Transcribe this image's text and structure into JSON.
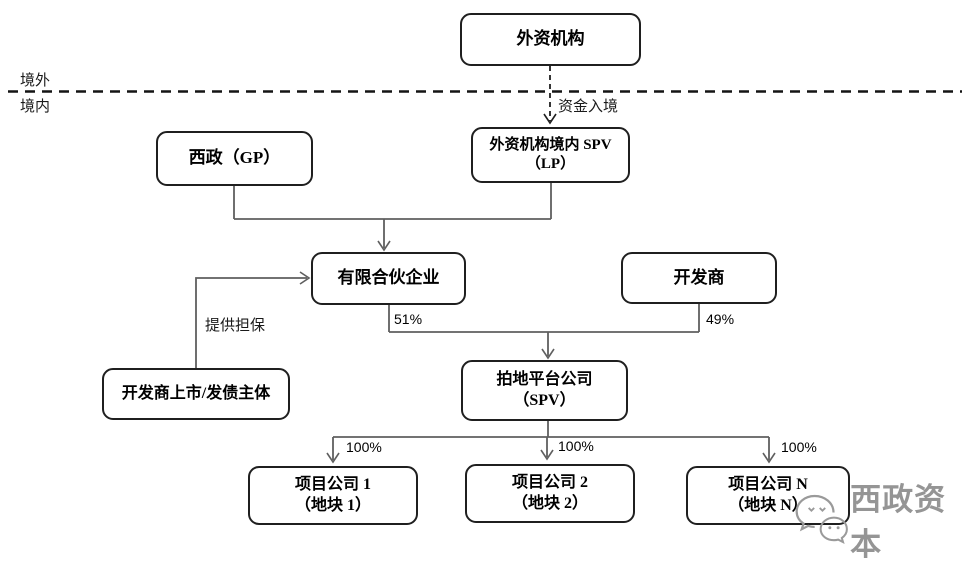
{
  "diagram": {
    "boundary": {
      "outside_label": "境外",
      "inside_label": "境内"
    },
    "nodes": {
      "foreign_institution": {
        "label": "外资机构"
      },
      "xizheng_gp": {
        "label": "西政（GP）"
      },
      "foreign_spv": {
        "line1": "外资机构境内 SPV",
        "line2": "（LP）"
      },
      "limited_partnership": {
        "label": "有限合伙企业"
      },
      "developer": {
        "label": "开发商"
      },
      "developer_listed_entity": {
        "label": "开发商上市/发债主体"
      },
      "land_platform": {
        "line1": "拍地平台公司",
        "line2": "（SPV）"
      },
      "project_company_1": {
        "line1": "项目公司 1",
        "line2": "（地块 1）"
      },
      "project_company_2": {
        "line1": "项目公司 2",
        "line2": "（地块 2）"
      },
      "project_company_n": {
        "line1": "项目公司 N",
        "line2": "（地块 N）"
      }
    },
    "edge_labels": {
      "capital_inbound": "资金入境",
      "guarantee": "提供担保",
      "lp_share": "51%",
      "developer_share": "49%",
      "project1_share": "100%",
      "project2_share": "100%",
      "projectn_share": "100%"
    },
    "watermark": {
      "brand": "西政资本",
      "logo": "wechat-logo"
    },
    "colors": {
      "box_border": "#1f1f1f",
      "connector": "#5f5f5f",
      "boundary_line": "#141414",
      "text": "#000000",
      "watermark": "#8d8d8d",
      "background": "#ffffff"
    }
  }
}
